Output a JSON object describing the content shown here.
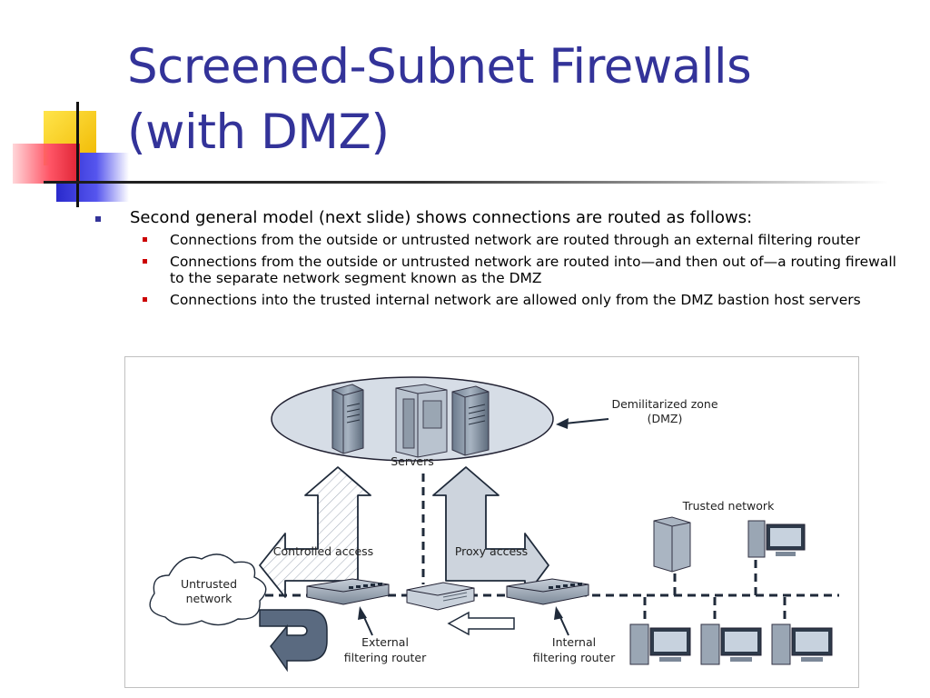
{
  "slide": {
    "title_lines": [
      "Screened-Subnet Firewalls",
      "(with DMZ)"
    ]
  },
  "bullets": {
    "main": "Second general model (next slide) shows connections are routed as follows:",
    "sub": [
      "Connections from the outside or untrusted network are routed through an external filtering router",
      "Connections from the outside or untrusted network are routed into—and then out of—a routing firewall to the separate network segment known as the DMZ",
      "Connections into the trusted internal network are allowed only from the DMZ bastion host servers"
    ]
  },
  "diagram": {
    "dmz_label_line1": "Demilitarized zone",
    "dmz_label_line2": "(DMZ)",
    "servers_label": "Servers",
    "trusted_network_label": "Trusted network",
    "controlled_access_label": "Controlled access",
    "proxy_access_label": "Proxy access",
    "untrusted_line1": "Untrusted",
    "untrusted_line2": "network",
    "external_router_line1": "External",
    "external_router_line2": "filtering router",
    "internal_router_line1": "Internal",
    "internal_router_line2": "filtering router"
  },
  "colors": {
    "title": "#333399",
    "bullet_main": "#333399",
    "bullet_sub": "#cc0000",
    "deco_yellow": "#f2c200",
    "deco_blue": "#3a3acc",
    "deco_red": "#ee3344"
  }
}
